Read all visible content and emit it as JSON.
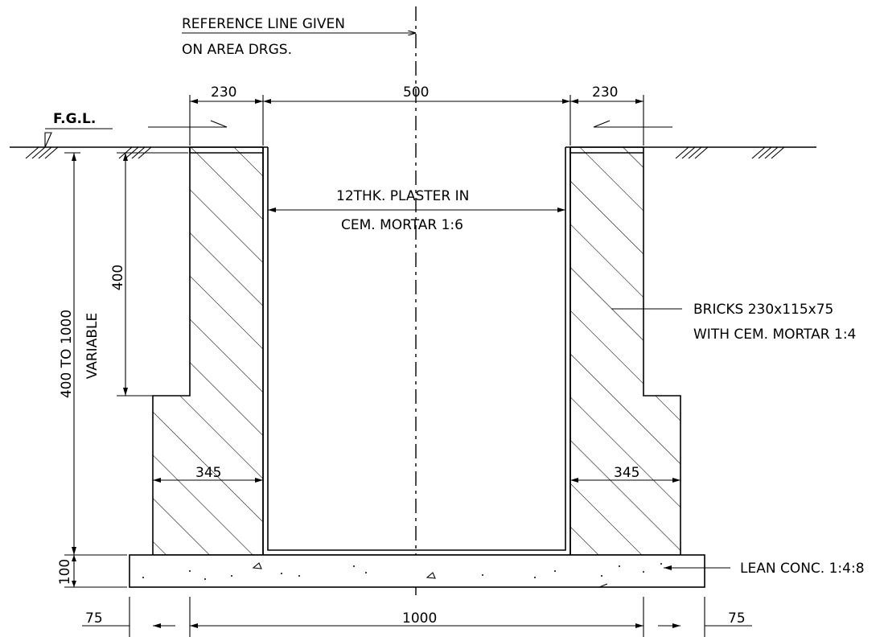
{
  "reference": {
    "line1": "REFERENCE LINE GIVEN",
    "line2": "ON AREA DRGS."
  },
  "fgl": "F.G.L.",
  "dimensions": {
    "top_left": "230",
    "top_center": "500",
    "top_right": "230",
    "height_400": "400",
    "height_total_1": "400 TO 1000",
    "height_total_2": "VARIABLE",
    "bottom_left_345": "345",
    "bottom_right_345": "345",
    "base_100": "100",
    "bottom_75_left": "75",
    "bottom_1000": "1000",
    "bottom_75_right": "75"
  },
  "notes": {
    "plaster_1": "12THK. PLASTER IN",
    "plaster_2": "CEM. MORTAR 1:6",
    "bricks_1": "BRICKS 230x115x75",
    "bricks_2": "WITH CEM. MORTAR 1:4",
    "lean_conc": "LEAN CONC. 1:4:8"
  }
}
